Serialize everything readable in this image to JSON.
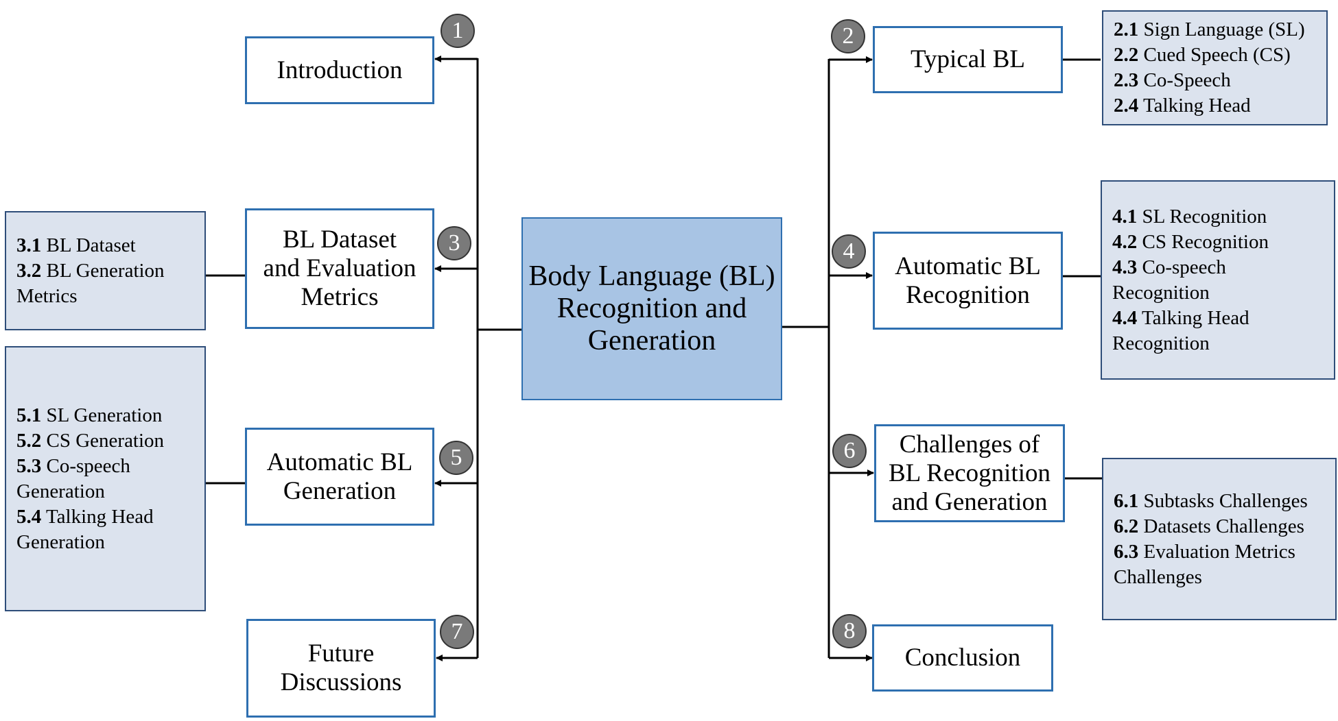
{
  "center": {
    "lines": [
      "Body Language (BL)",
      "Recognition and",
      "Generation"
    ]
  },
  "sections": {
    "introduction": {
      "number": "1",
      "lines": [
        "Introduction"
      ]
    },
    "typical_bl": {
      "number": "2",
      "lines": [
        "Typical BL"
      ]
    },
    "dataset": {
      "number": "3",
      "lines": [
        "BL Dataset",
        "and Evaluation",
        "Metrics"
      ]
    },
    "recognition": {
      "number": "4",
      "lines": [
        "Automatic BL",
        "Recognition"
      ]
    },
    "generation": {
      "number": "5",
      "lines": [
        "Automatic BL",
        "Generation"
      ]
    },
    "challenges": {
      "number": "6",
      "lines": [
        "Challenges of",
        "BL Recognition",
        "and Generation"
      ]
    },
    "future": {
      "number": "7",
      "lines": [
        "Future",
        "Discussions"
      ]
    },
    "conclusion": {
      "number": "8",
      "lines": [
        "Conclusion"
      ]
    }
  },
  "subsections": {
    "typical_bl": [
      {
        "num": "2.1",
        "text": "Sign Language (SL)"
      },
      {
        "num": "2.2",
        "text": "Cued Speech (CS)"
      },
      {
        "num": "2.3",
        "text": "Co-Speech"
      },
      {
        "num": "2.4",
        "text": "Talking Head"
      }
    ],
    "dataset": [
      {
        "num": "3.1",
        "text": "BL Dataset"
      },
      {
        "num": "3.2",
        "text": "BL Generation"
      },
      {
        "num": "",
        "text": "Metrics"
      }
    ],
    "recognition": [
      {
        "num": "4.1",
        "text": "SL Recognition"
      },
      {
        "num": "4.2",
        "text": "CS Recognition"
      },
      {
        "num": "4.3",
        "text": "Co-speech"
      },
      {
        "num": "",
        "text": "Recognition"
      },
      {
        "num": "4.4",
        "text": "Talking Head"
      },
      {
        "num": "",
        "text": "Recognition"
      }
    ],
    "generation": [
      {
        "num": "5.1",
        "text": "SL Generation"
      },
      {
        "num": "5.2",
        "text": "CS Generation"
      },
      {
        "num": "5.3",
        "text": "Co-speech"
      },
      {
        "num": "",
        "text": "Generation"
      },
      {
        "num": "5.4",
        "text": "Talking Head"
      },
      {
        "num": "",
        "text": "Generation"
      }
    ],
    "challenges": [
      {
        "num": "6.1",
        "text": "Subtasks Challenges"
      },
      {
        "num": "6.2",
        "text": "Datasets Challenges"
      },
      {
        "num": "6.3",
        "text": "Evaluation Metrics"
      },
      {
        "num": "",
        "text": "Challenges"
      }
    ]
  },
  "colors": {
    "section_border": "#2e6fb0",
    "center_fill": "#a8c4e4",
    "subsection_fill": "#dce3ee",
    "badge_fill": "#7a7a7a"
  }
}
